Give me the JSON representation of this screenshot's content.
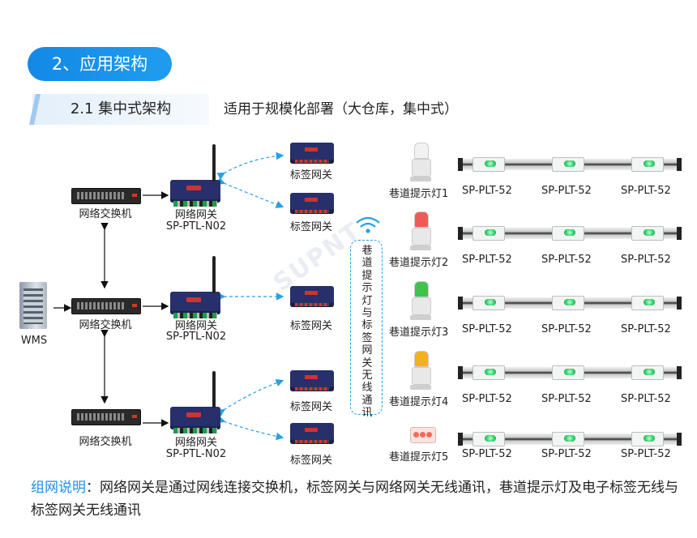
{
  "section_title": "2、应用架构",
  "subsection_title": "2.1 集中式架构",
  "subsection_desc": "适用于规模化部署（大仓库，集中式）",
  "watermark": "SUPNT",
  "server_label": "WMS",
  "switch_label": "网络交换机",
  "gateway_label": "网络网关",
  "gateway_model": "SP-PTL-N02",
  "tag_gateway_label": "标签网关",
  "wireless_label": "巷道提示灯与标签网关无线通讯",
  "aisle_lights": [
    {
      "label": "巷道提示灯1",
      "color": "#f2f2f2"
    },
    {
      "label": "巷道提示灯2",
      "color": "#ef5a57"
    },
    {
      "label": "巷道提示灯3",
      "color": "#3fc34c"
    },
    {
      "label": "巷道提示灯4",
      "color": "#f2b21c"
    },
    {
      "label": "巷道提示灯5",
      "color": "#f26a5a"
    }
  ],
  "module_label": "SP-PLT-52",
  "note": {
    "highlight": "组网说明",
    "text": "：网络网关是通过网线连接交换机，标签网关与网络网关无线通讯，巷道提示灯及电子标签无线与标签网关无线通讯"
  },
  "colors": {
    "accent": "#1f8ee8",
    "dashed_link": "#27a0e6"
  }
}
